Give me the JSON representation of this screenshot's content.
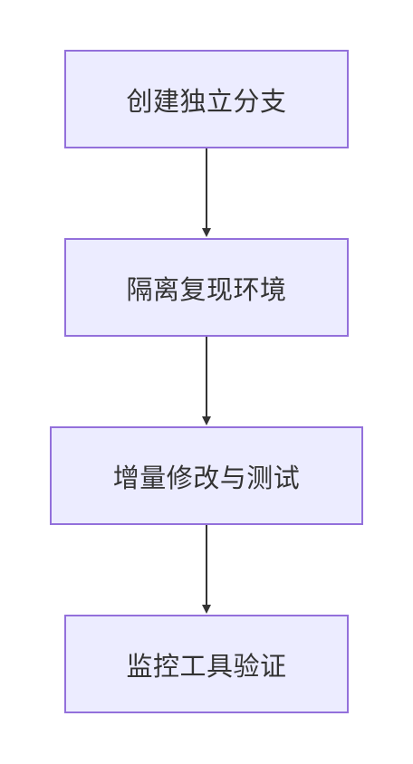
{
  "diagram": {
    "nodes": [
      {
        "label": "创建独立分支"
      },
      {
        "label": "隔离复现环境"
      },
      {
        "label": "增量修改与测试"
      },
      {
        "label": "监控工具验证"
      }
    ],
    "edges": [
      {
        "from": 0,
        "to": 1
      },
      {
        "from": 1,
        "to": 2
      },
      {
        "from": 2,
        "to": 3
      }
    ]
  },
  "colors": {
    "node_fill": "#ECECFF",
    "node_border": "#9370DB",
    "edge": "#333333",
    "text": "#333333"
  }
}
